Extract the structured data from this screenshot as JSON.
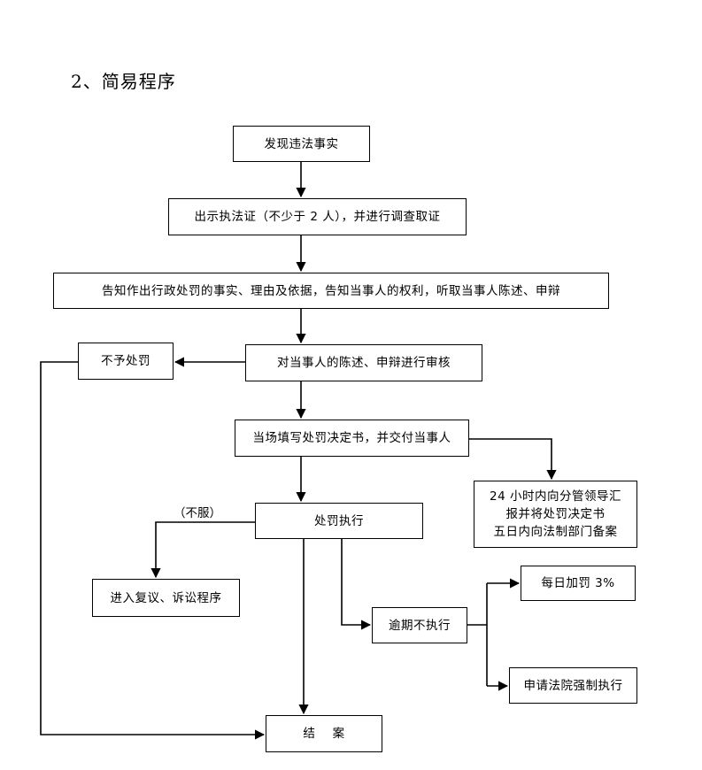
{
  "title": "2、简易程序",
  "nodes": {
    "discover": "发现违法事实",
    "show_id": "出示执法证（不少于 2 人），并进行调查取证",
    "inform": "告知作出行政处罚的事实、理由及依据，告知当事人的权利，听取当事人陈述、申辩",
    "no_penalty": "不予处罚",
    "review": "对当事人的陈述、申辩进行审核",
    "decision": "当场填写处罚决定书，并交付当事人",
    "report": [
      "24 小时内向分管领导汇",
      "报并将处罚决定书",
      "五日内向法制部门备案"
    ],
    "execute": "处罚执行",
    "appeal": "进入复议、诉讼程序",
    "overdue": "逾期不执行",
    "daily_fine": "每日加罚 3%",
    "court": "申请法院强制执行",
    "close": "结    案"
  },
  "labels": {
    "not_accept": "（不服）"
  }
}
